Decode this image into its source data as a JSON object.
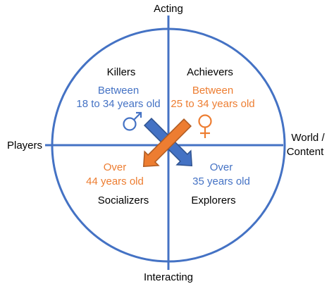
{
  "axes": {
    "top": "Acting",
    "bottom": "Interacting",
    "left": "Players",
    "right": [
      "World /",
      "Content"
    ]
  },
  "quadrants": {
    "top_left": {
      "name": "Killers",
      "age": [
        "Between",
        "18 to 34 years old"
      ],
      "symbol": "male-symbol",
      "color": "#4472c4"
    },
    "top_right": {
      "name": "Achievers",
      "age": [
        "Between",
        "25 to 34 years old"
      ],
      "symbol": "female-symbol",
      "color": "#ed7d31"
    },
    "bottom_left": {
      "name": "Socializers",
      "age": [
        "Over",
        "44 years old"
      ],
      "color": "#ed7d31"
    },
    "bottom_right": {
      "name": "Explorers",
      "age": [
        "Over",
        "35 years old"
      ],
      "color": "#4472c4"
    }
  },
  "colors": {
    "circle": "#4472c4",
    "text": "#000000",
    "blue": "#4472c4",
    "orange": "#ed7d31"
  },
  "arrows": [
    {
      "name": "blue-arrow",
      "direction": "top-left to bottom-right",
      "color": "#4472c4"
    },
    {
      "name": "orange-arrow",
      "direction": "top-right to bottom-left",
      "color": "#ed7d31"
    }
  ]
}
